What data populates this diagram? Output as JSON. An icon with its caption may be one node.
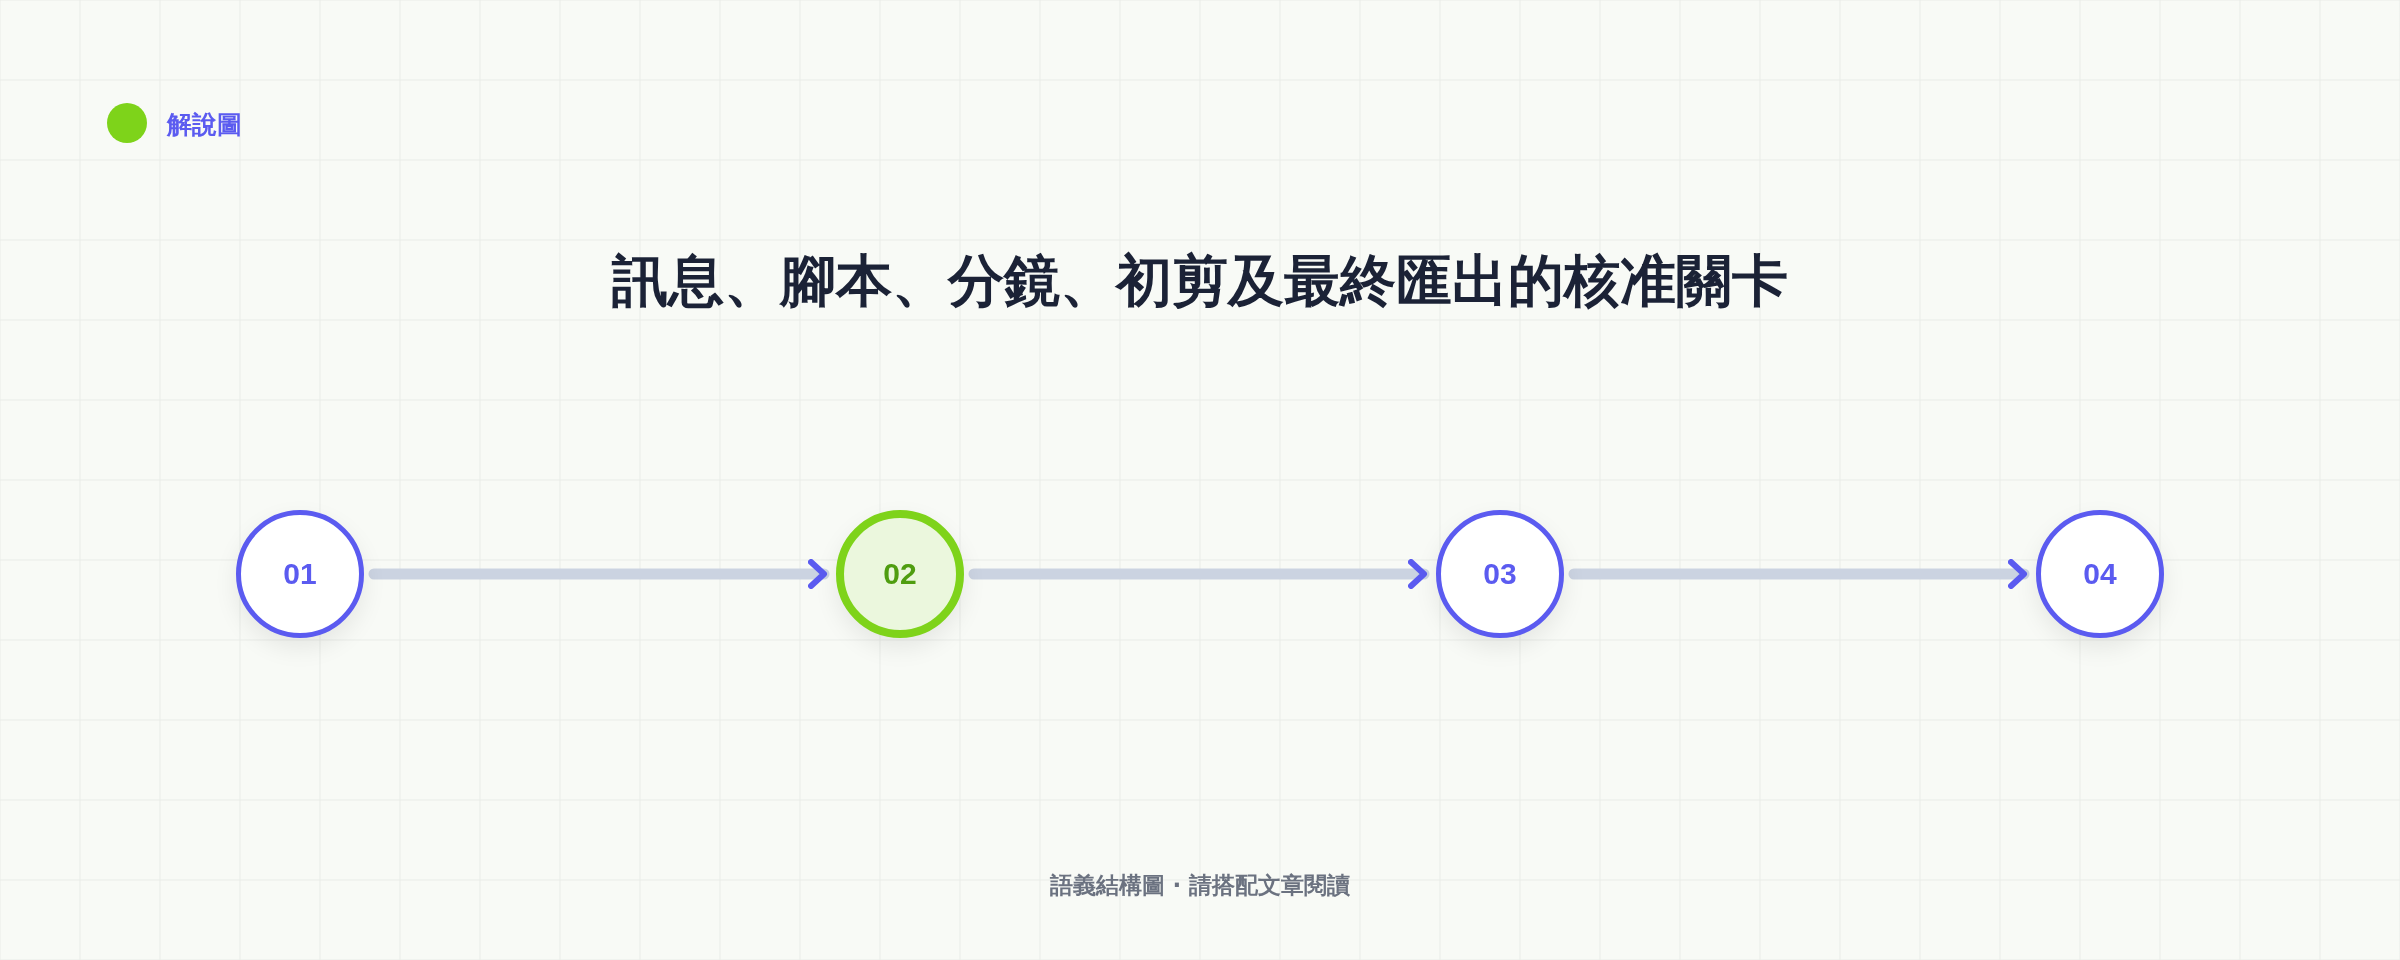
{
  "diagram": {
    "title": "訊息、腳本、分鏡、初剪及最終匯出的核准關卡",
    "caption": "語義結構圖 · 請搭配文章閱讀",
    "nodes": [
      {
        "text": [
          "01"
        ]
      },
      {
        "text": [
          "02"
        ]
      },
      {
        "text": [
          "03"
        ]
      },
      {
        "text": [
          "04"
        ]
      }
    ],
    "edges": [
      {
        "from": 0,
        "to": 1,
        "arrow": "to"
      },
      {
        "from": 1,
        "to": 2,
        "arrow": "to"
      },
      {
        "from": 2,
        "to": 3,
        "arrow": "to"
      }
    ],
    "labels": [
      "解說圖"
    ]
  }
}
